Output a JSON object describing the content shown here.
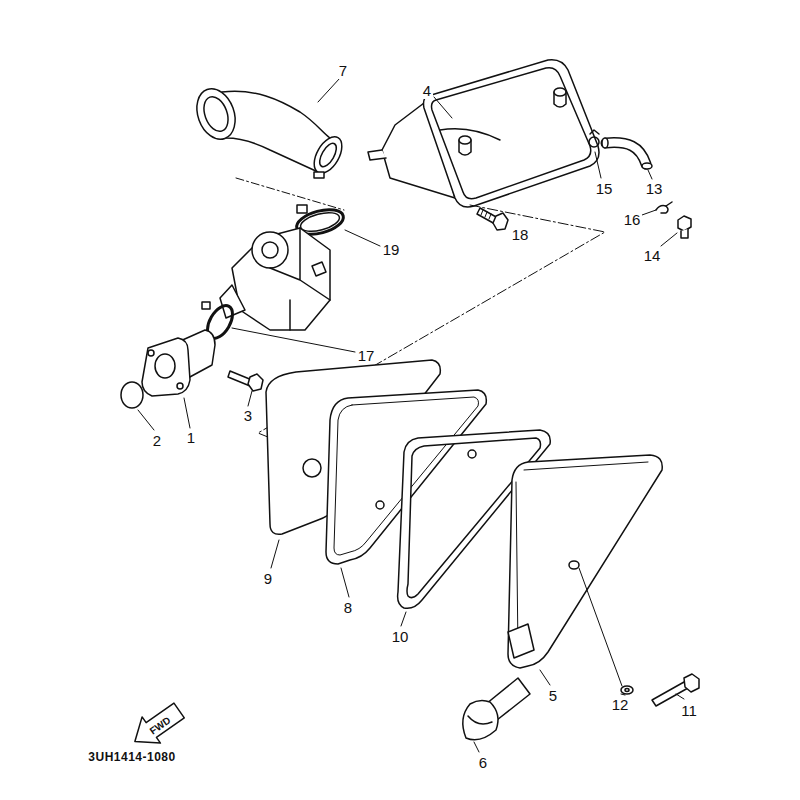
{
  "diagram": {
    "labels": [
      "7",
      "4",
      "15",
      "13",
      "16",
      "14",
      "18",
      "19",
      "17",
      "3",
      "2",
      "1",
      "9",
      "8",
      "10",
      "5",
      "12",
      "11",
      "6",
      "FWD",
      "3UH1414-1080"
    ]
  }
}
